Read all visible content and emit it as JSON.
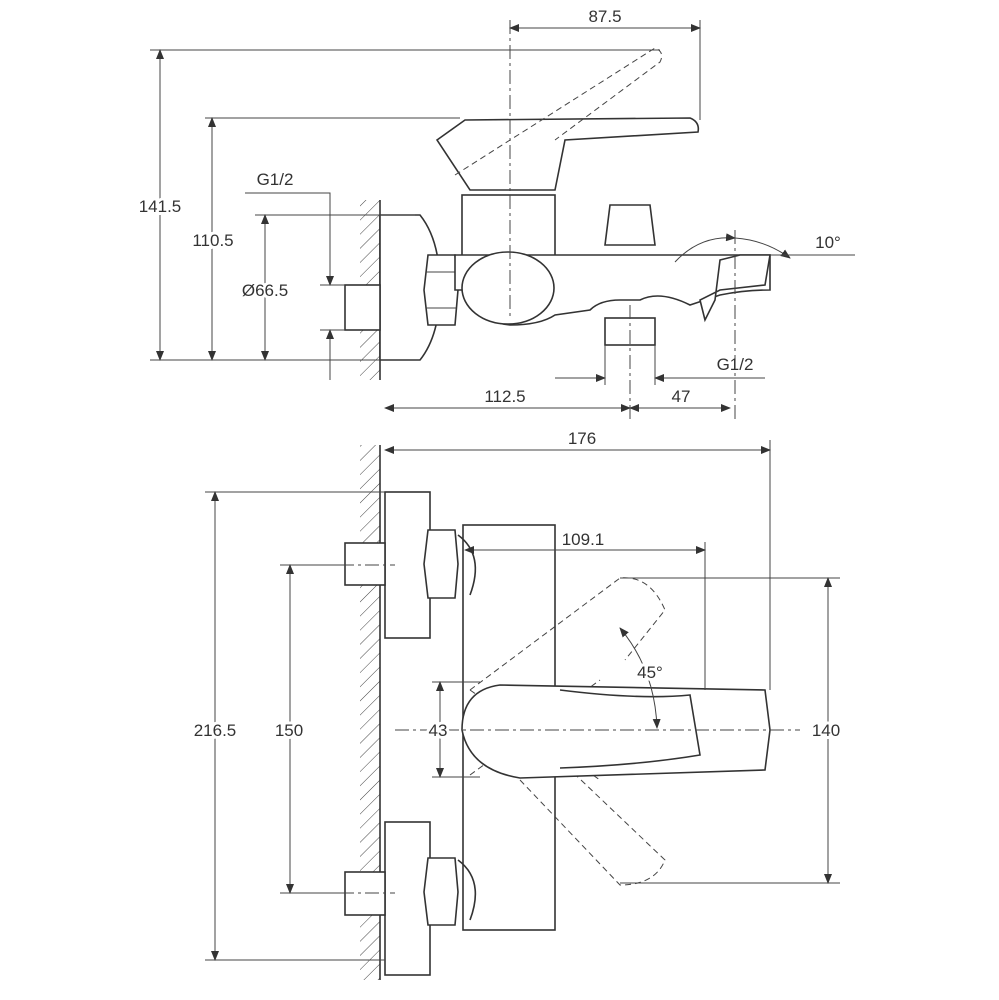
{
  "side_view": {
    "dim_lever_reach": "87.5",
    "dim_total_height": "141.5",
    "dim_body_height": "110.5",
    "dim_flange_diameter": "Ø66.5",
    "thread_inlet": "G1/2",
    "angle_spout": "10°",
    "thread_outlet": "G1/2",
    "dim_wall_to_outlet": "112.5",
    "dim_outlet_to_spout": "47"
  },
  "top_view": {
    "dim_total_depth": "176",
    "dim_lever_depth": "109.1",
    "angle_lever": "45°",
    "dim_total_width": "216.5",
    "dim_inlet_spacing": "150",
    "dim_lever_width": "43",
    "dim_lever_sweep": "140"
  }
}
